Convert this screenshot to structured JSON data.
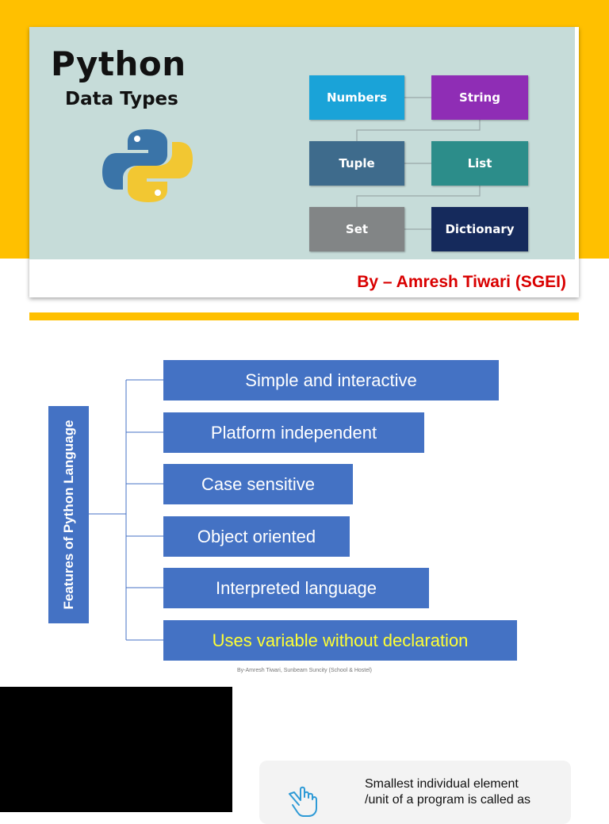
{
  "banner": {
    "title": "Python",
    "subtitle": "Data Types",
    "data_types": [
      "Numbers",
      "String",
      "Tuple",
      "List",
      "Set",
      "Dictionary"
    ],
    "author": "By – Amresh Tiwari (SGEI)"
  },
  "features": {
    "heading": "Features of Python Language",
    "items": [
      "Simple and interactive",
      "Platform independent",
      "Case sensitive",
      "Object oriented",
      "Interpreted language",
      "Uses variable without declaration"
    ],
    "footer": "By-Amresh Tiwari, Sunbeam Suncity (School & Hostel)"
  },
  "bottom": {
    "card_text_line1": "Smallest individual element",
    "card_text_line2": "/unit  of a program is called as"
  },
  "colors": {
    "accent_yellow": "#ffc000",
    "feature_blue": "#4472c4",
    "author_red": "#d90000",
    "highlight_yellow": "#ffff33"
  },
  "icons": [
    "python-logo-icon",
    "hand-pointer-icon"
  ]
}
